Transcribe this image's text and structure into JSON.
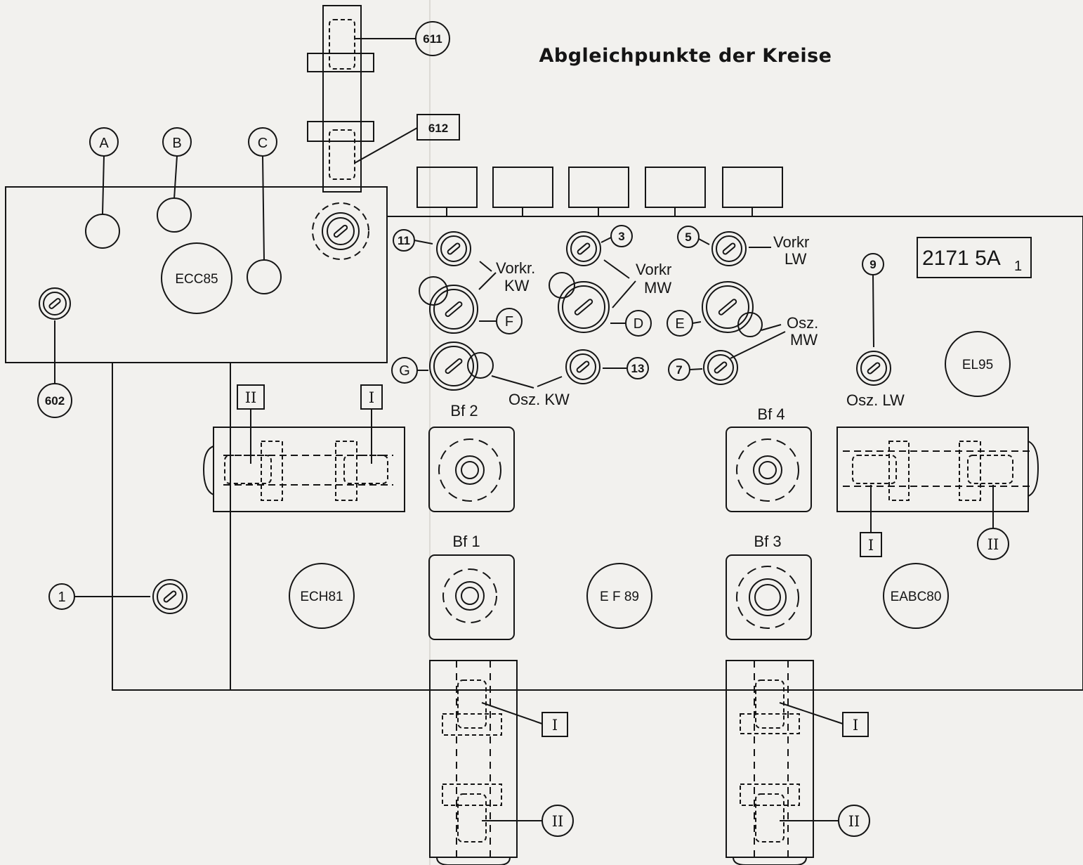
{
  "title": "Abgleichpunkte der Kreise",
  "part_number": {
    "main": "2171  5A",
    "sub": "1"
  },
  "tubes": {
    "ecc85": "ECC85",
    "ech81": "ECH81",
    "ef89": "E F 89",
    "eabc80": "EABC80",
    "el95": "EL95"
  },
  "filters": {
    "bf1": "Bf 1",
    "bf2": "Bf 2",
    "bf3": "Bf 3",
    "bf4": "Bf 4"
  },
  "callouts": {
    "a": "A",
    "b": "B",
    "c": "C",
    "d": "D",
    "e": "E",
    "f": "F",
    "g": "G",
    "n1": "1",
    "n3": "3",
    "n5": "5",
    "n7": "7",
    "n9": "9",
    "n11": "11",
    "n13": "13",
    "n602": "602",
    "n611": "611",
    "n612": "612"
  },
  "roman": {
    "one": "I",
    "two": "II"
  },
  "labels": {
    "vorkr": "Vorkr",
    "vorkr_dot": "Vorkr.",
    "osz": "Osz.",
    "kw": "KW",
    "mw": "MW",
    "lw": "LW",
    "osz_kw": "Osz. KW",
    "osz_lw": "Osz. LW"
  },
  "colors": {
    "ink": "#151515",
    "paper": "#f2f1ee"
  }
}
